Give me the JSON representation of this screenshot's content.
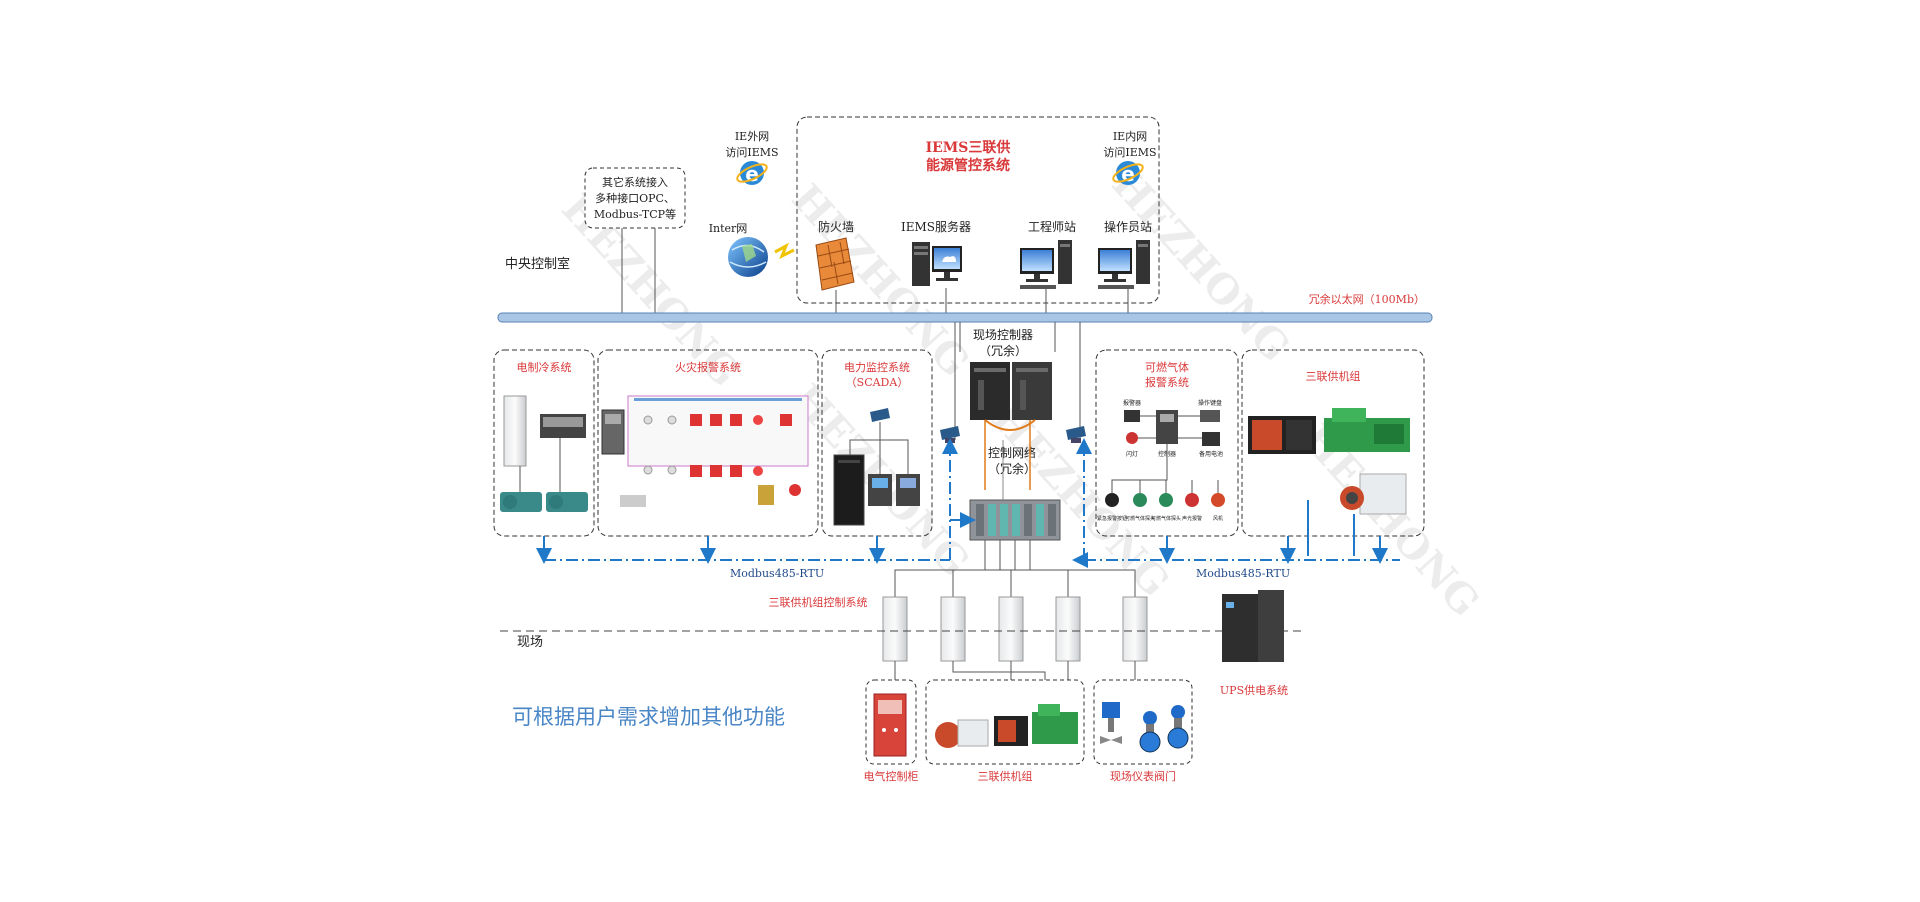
{
  "colors": {
    "accent_red": "#d9393a",
    "bus_blue": "#a9c6e6",
    "link_blue": "#1f78c8",
    "footer_blue": "#4a86c6",
    "dark_text": "#222222"
  },
  "zones": {
    "central_room": "中央控制室",
    "field": "现场"
  },
  "iems": {
    "title_line1": "IEMS三联供",
    "title_line2": "能源管控系统"
  },
  "top": {
    "ie_external_line1": "IE外网",
    "ie_external_line2": "访问IEMS",
    "ie_internal_line1": "IE内网",
    "ie_internal_line2": "访问IEMS",
    "other_systems_line1": "其它系统接入",
    "other_systems_line2": "多种接口OPC、",
    "other_systems_line3": "Modbus-TCP等",
    "internet": "Inter网",
    "firewall": "防火墙",
    "server": "IEMS服务器",
    "engineer_station": "工程师站",
    "operator_station": "操作员站"
  },
  "bus": {
    "label": "冗余以太网（100Mb）"
  },
  "field_controller": {
    "line1": "现场控制器",
    "line2": "（冗余）"
  },
  "control_network": {
    "line1": "控制网络",
    "line2": "（冗余）"
  },
  "subsystems": {
    "electric_cooling": "电制冷系统",
    "fire_alarm": "火灾报警系统",
    "power_monitor_line1": "电力监控系统",
    "power_monitor_line2": "（SCADA）",
    "gas_alarm_line1": "可燃气体",
    "gas_alarm_line2": "报警系统",
    "cchp_unit": "三联供机组"
  },
  "gas_devices": {
    "alarm": "报警器",
    "keyboard": "操作键盘",
    "flash": "闪灯",
    "controller": "控制器",
    "battery": "备用电池",
    "emergency": "紧急报警按钮",
    "detector1": "可燃气体探头",
    "detector2": "可燃气体探头",
    "sound_light": "声光报警",
    "fan": "风机"
  },
  "links": {
    "modbus_left": "Modbus485-RTU",
    "modbus_right": "Modbus485-RTU"
  },
  "cchp_control": "三联供机组控制系统",
  "ups": "UPS供电系统",
  "bottom": {
    "cabinet": "电气控制柜",
    "units": "三联供机组",
    "valves": "现场仪表阀门"
  },
  "footer": "可根据用户需求增加其他功能",
  "watermark": "HEZHONG"
}
